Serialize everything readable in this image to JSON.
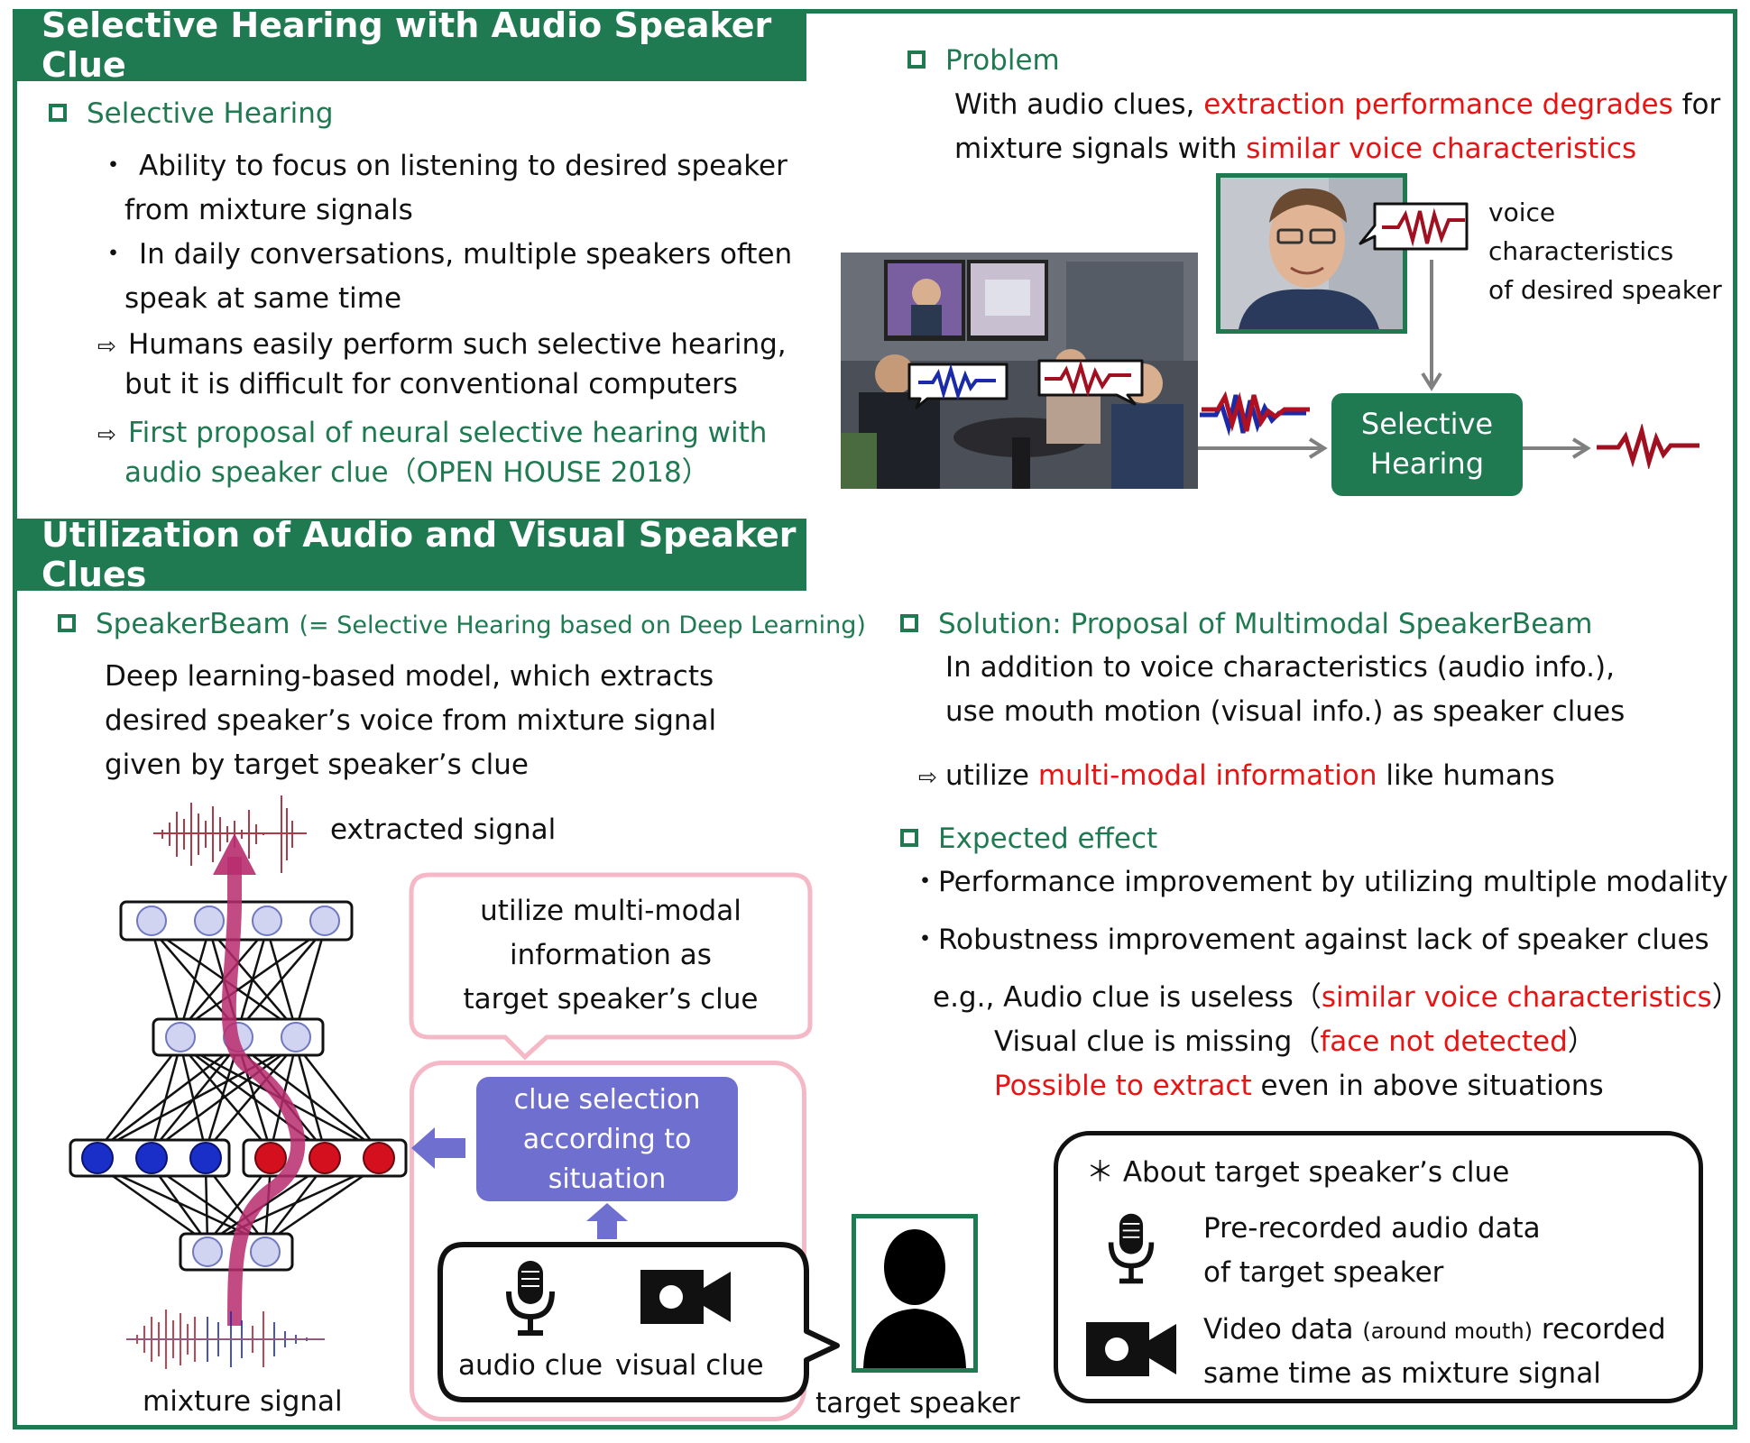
{
  "section1": {
    "banner": "Selective Hearing with Audio Speaker Clue",
    "heading": "Selective Hearing",
    "bullet1_l1": "Ability to focus on listening to desired speaker",
    "bullet1_l2": "from mixture signals",
    "bullet2_l1": "In daily conversations, multiple speakers often",
    "bullet2_l2": "speak at same time",
    "arrow1_l1": "Humans easily perform such selective hearing,",
    "arrow1_l2": "but it is difficult for conventional computers",
    "arrow2_l1": "First proposal of neural selective hearing with",
    "arrow2_l2": "audio speaker clue（OPEN HOUSE 2018）",
    "bullet_glyph": "・",
    "arrow_glyph": "⇨"
  },
  "problem": {
    "heading": "Problem",
    "line1_a": "With audio clues, ",
    "line1_b": "extraction performance degrades",
    "line1_c": " for",
    "line2_a": "mixture signals with ",
    "line2_b": "similar voice characteristics",
    "voice_l1": "voice",
    "voice_l2": "characteristics",
    "voice_l3": "of desired speaker",
    "sh_l1": "Selective",
    "sh_l2": "Hearing"
  },
  "section2": {
    "banner": "Utilization of Audio and Visual Speaker Clues",
    "sb_heading": "SpeakerBeam",
    "sb_sub": "(= Selective Hearing based on Deep Learning)",
    "sb_l1": "Deep learning-based model, which extracts",
    "sb_l2": "desired speaker’s voice from mixture signal",
    "sb_l3": "given by target speaker’s clue",
    "extracted": "extracted signal",
    "mixture": "mixture signal",
    "bubble_l1": "utilize multi-modal",
    "bubble_l2": "information as",
    "bubble_l3": "target speaker’s clue",
    "clue_l1": "clue selection",
    "clue_l2": "according to",
    "clue_l3": "situation",
    "audio_clue": "audio clue",
    "visual_clue": "visual clue",
    "target_speaker": "target speaker"
  },
  "solution": {
    "heading": "Solution: Proposal of Multimodal SpeakerBeam",
    "l1": "In addition to voice characteristics (audio info.),",
    "l2": "use mouth motion (visual info.) as speaker clues",
    "arrow_a": "utilize ",
    "arrow_b": "multi-modal information",
    "arrow_c": " like humans"
  },
  "effect": {
    "heading": "Expected effect",
    "b1": "Performance improvement by utilizing multiple modality",
    "b2": "Robustness improvement against lack of speaker clues",
    "eg1_a": "e.g., Audio clue is useless（",
    "eg1_b": "similar voice characteristics",
    "eg1_c": "）",
    "eg2_a": "Visual clue is missing（",
    "eg2_b": "face not detected",
    "eg2_c": "）",
    "eg3_a": "Possible to extract",
    "eg3_b": " even in above situations"
  },
  "about": {
    "title": "＊ About target speaker’s clue",
    "audio_l1": "Pre-recorded audio data",
    "audio_l2": "of target speaker",
    "video_l1_a": "Video data",
    "video_l1_b": "(around mouth)",
    "video_l1_c": " recorded",
    "video_l2": "same time as mixture signal"
  },
  "colors": {
    "green": "#1f7a52",
    "red": "#e81414",
    "pink": "#f4b8c6",
    "purple": "#6f6fd0",
    "node_blue": "#1a2ec8",
    "node_red": "#d4101e",
    "node_light": "#d0d4f0",
    "arrow_magenta": "#b82c6e"
  },
  "icons": [
    "microphone-icon",
    "video-camera-icon",
    "person-silhouette-icon",
    "speech-bubble-icon",
    "waveform-icon"
  ]
}
